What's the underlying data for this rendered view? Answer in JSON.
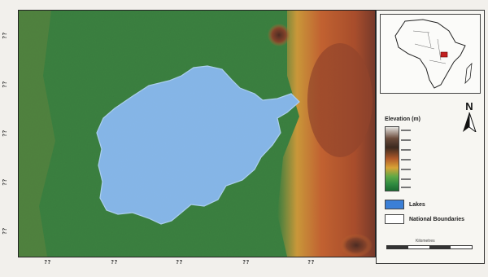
{
  "map": {
    "axis_labels_left": [
      "??",
      "??",
      "??",
      "??",
      "??"
    ],
    "axis_labels_bottom": [
      "??",
      "??",
      "??",
      "??",
      "??"
    ],
    "lake_label": "",
    "region_labels": []
  },
  "legend": {
    "elevation_title": "Elevation (m)",
    "lakes_label": "Lakes",
    "boundaries_label": "National Boundaries",
    "lakes_color": "#3b7fd6",
    "boundary_color": "#ffffff"
  },
  "north_arrow": {
    "letter": "N"
  },
  "scale": {
    "label": "Kilometres"
  },
  "credit": {
    "text": ""
  },
  "colors": {
    "lowland_green": "#3a8a3e",
    "lake_blue": "#7fb2e6",
    "highland_orange": "#d36a2a",
    "mountain_brown": "#7a3a2a",
    "inset_highlight": "#c22020"
  }
}
